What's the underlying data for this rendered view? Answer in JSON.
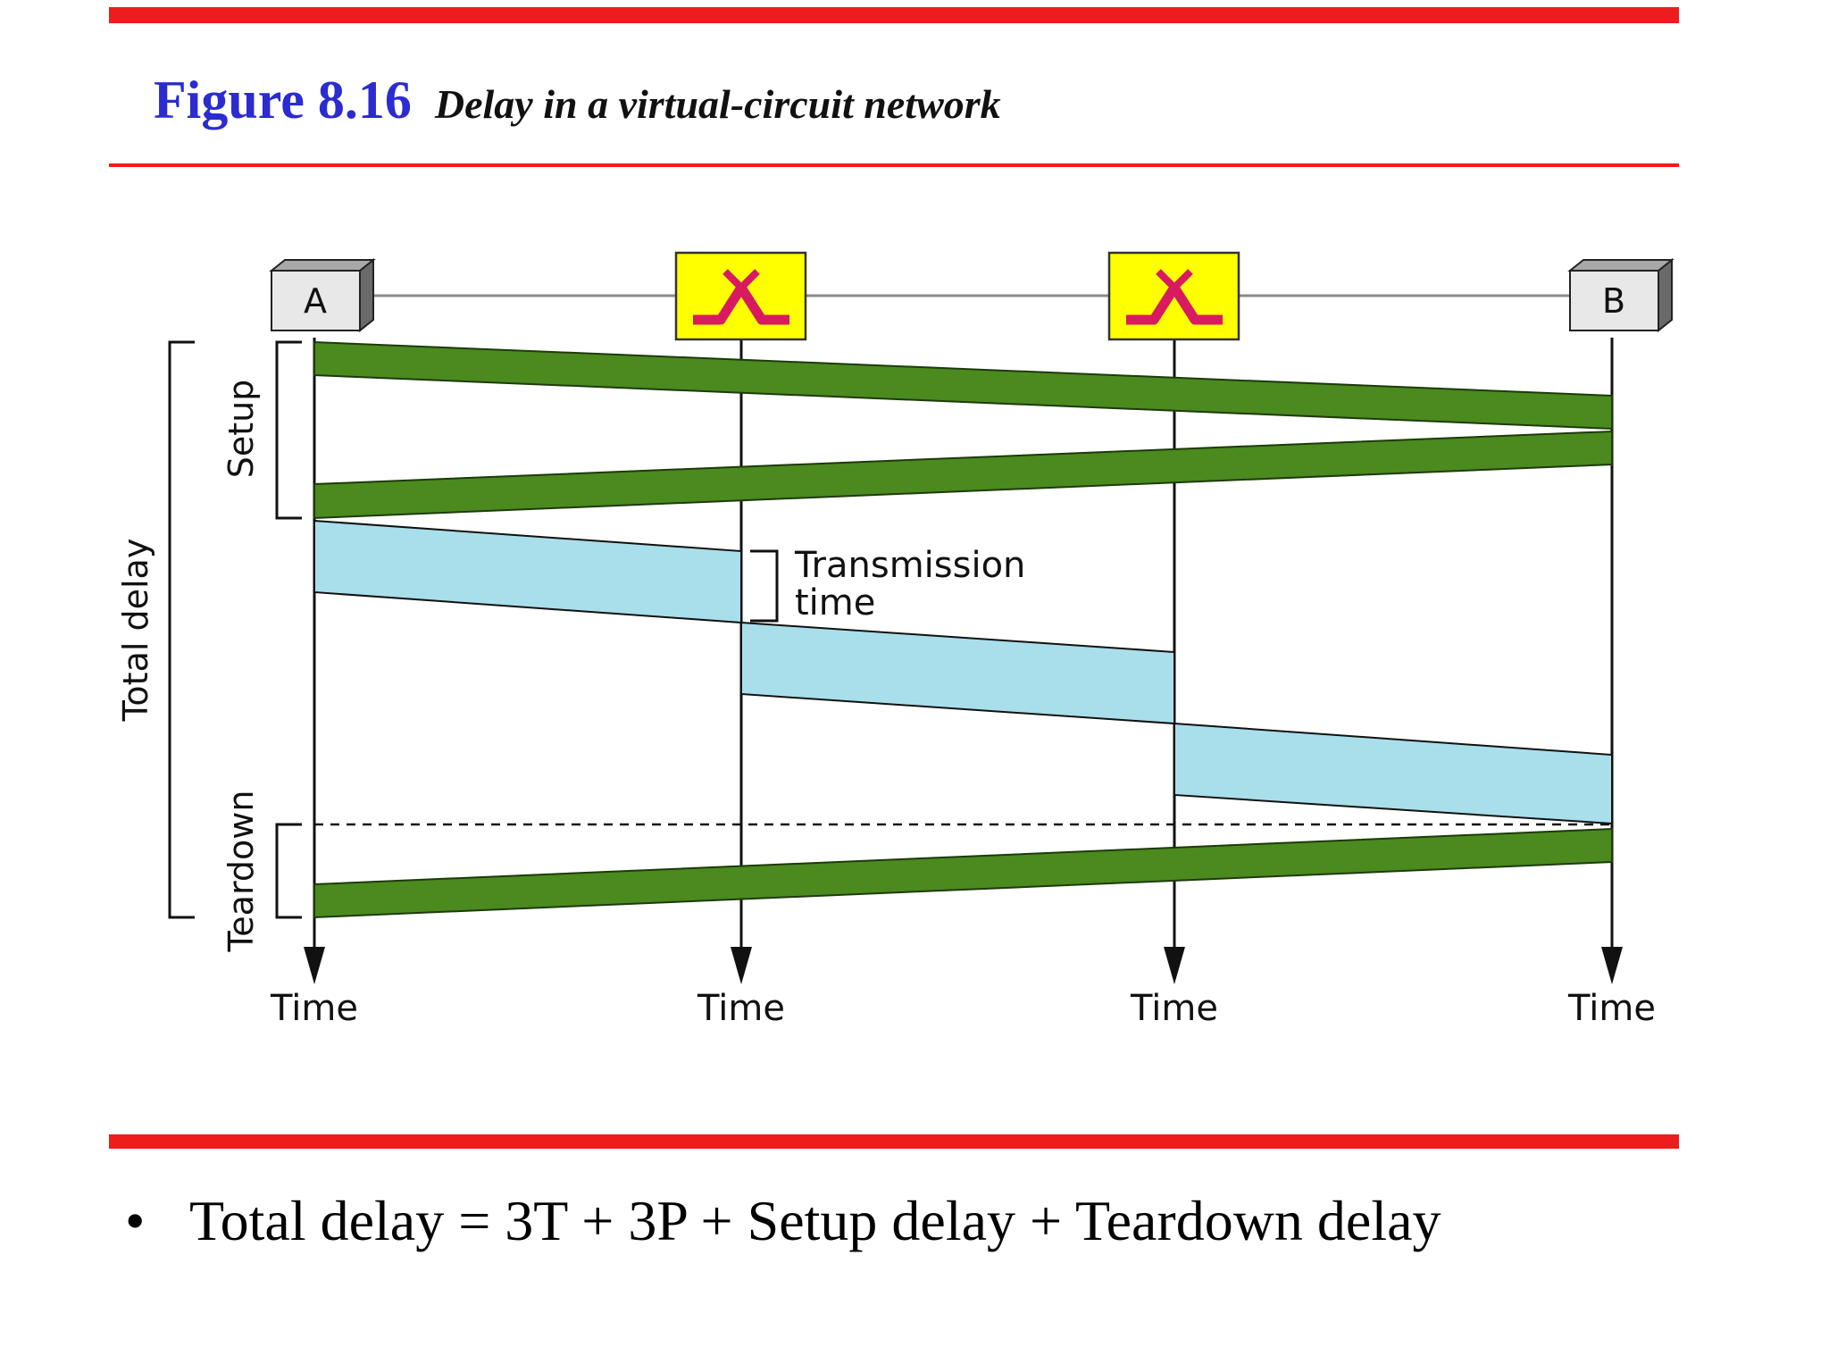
{
  "figure": {
    "number": "Figure 8.16",
    "caption": "Delay in a virtual-circuit network"
  },
  "nodes": {
    "a_label": "A",
    "b_label": "B"
  },
  "labels": {
    "time": "Time",
    "setup": "Setup",
    "teardown": "Teardown",
    "total_delay": "Total delay",
    "transmission_line1": "Transmission",
    "transmission_line2": "time"
  },
  "bullet": {
    "text": "Total delay = 3T + 3P + Setup delay + Teardown delay"
  },
  "colors": {
    "rule_red": "#ee1c1c",
    "setup_green": "#4a8a1e",
    "data_blue": "#a8dfea",
    "switch_yellow": "#ffff00",
    "switch_symbol": "#d81b60",
    "title_blue": "#2b2bd0"
  }
}
